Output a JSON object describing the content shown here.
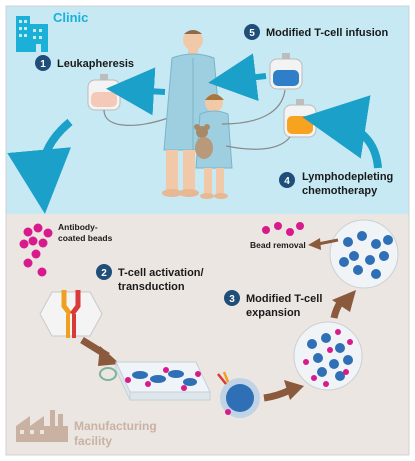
{
  "clinic": {
    "title": "Clinic"
  },
  "steps": [
    {
      "num": "1",
      "label": "Leukapheresis"
    },
    {
      "num": "2",
      "label_line1": "T-cell activation/",
      "label_line2": "transduction"
    },
    {
      "num": "3",
      "label_line1": "Modified T-cell",
      "label_line2": "expansion"
    },
    {
      "num": "4",
      "label_line1": "Lymphodepleting",
      "label_line2": "chemotherapy"
    },
    {
      "num": "5",
      "label": "Modified T-cell infusion"
    }
  ],
  "beads": {
    "line1": "Antibody-",
    "line2": "coated beads"
  },
  "bead_removal": "Bead removal",
  "facility": {
    "line1": "Manufacturing",
    "line2": "facility"
  },
  "colors": {
    "clinic_bg": "#c6e9f4",
    "manufacturing_bg": "#ece6e2",
    "step_badge": "#1f4e79",
    "arrow_blue": "#1aa0c9",
    "arrow_brown": "#8b5a3c",
    "clinic_title": "#1ab0d8",
    "facility_text": "#c9b2a2",
    "bead_magenta": "#d81b8c"
  }
}
